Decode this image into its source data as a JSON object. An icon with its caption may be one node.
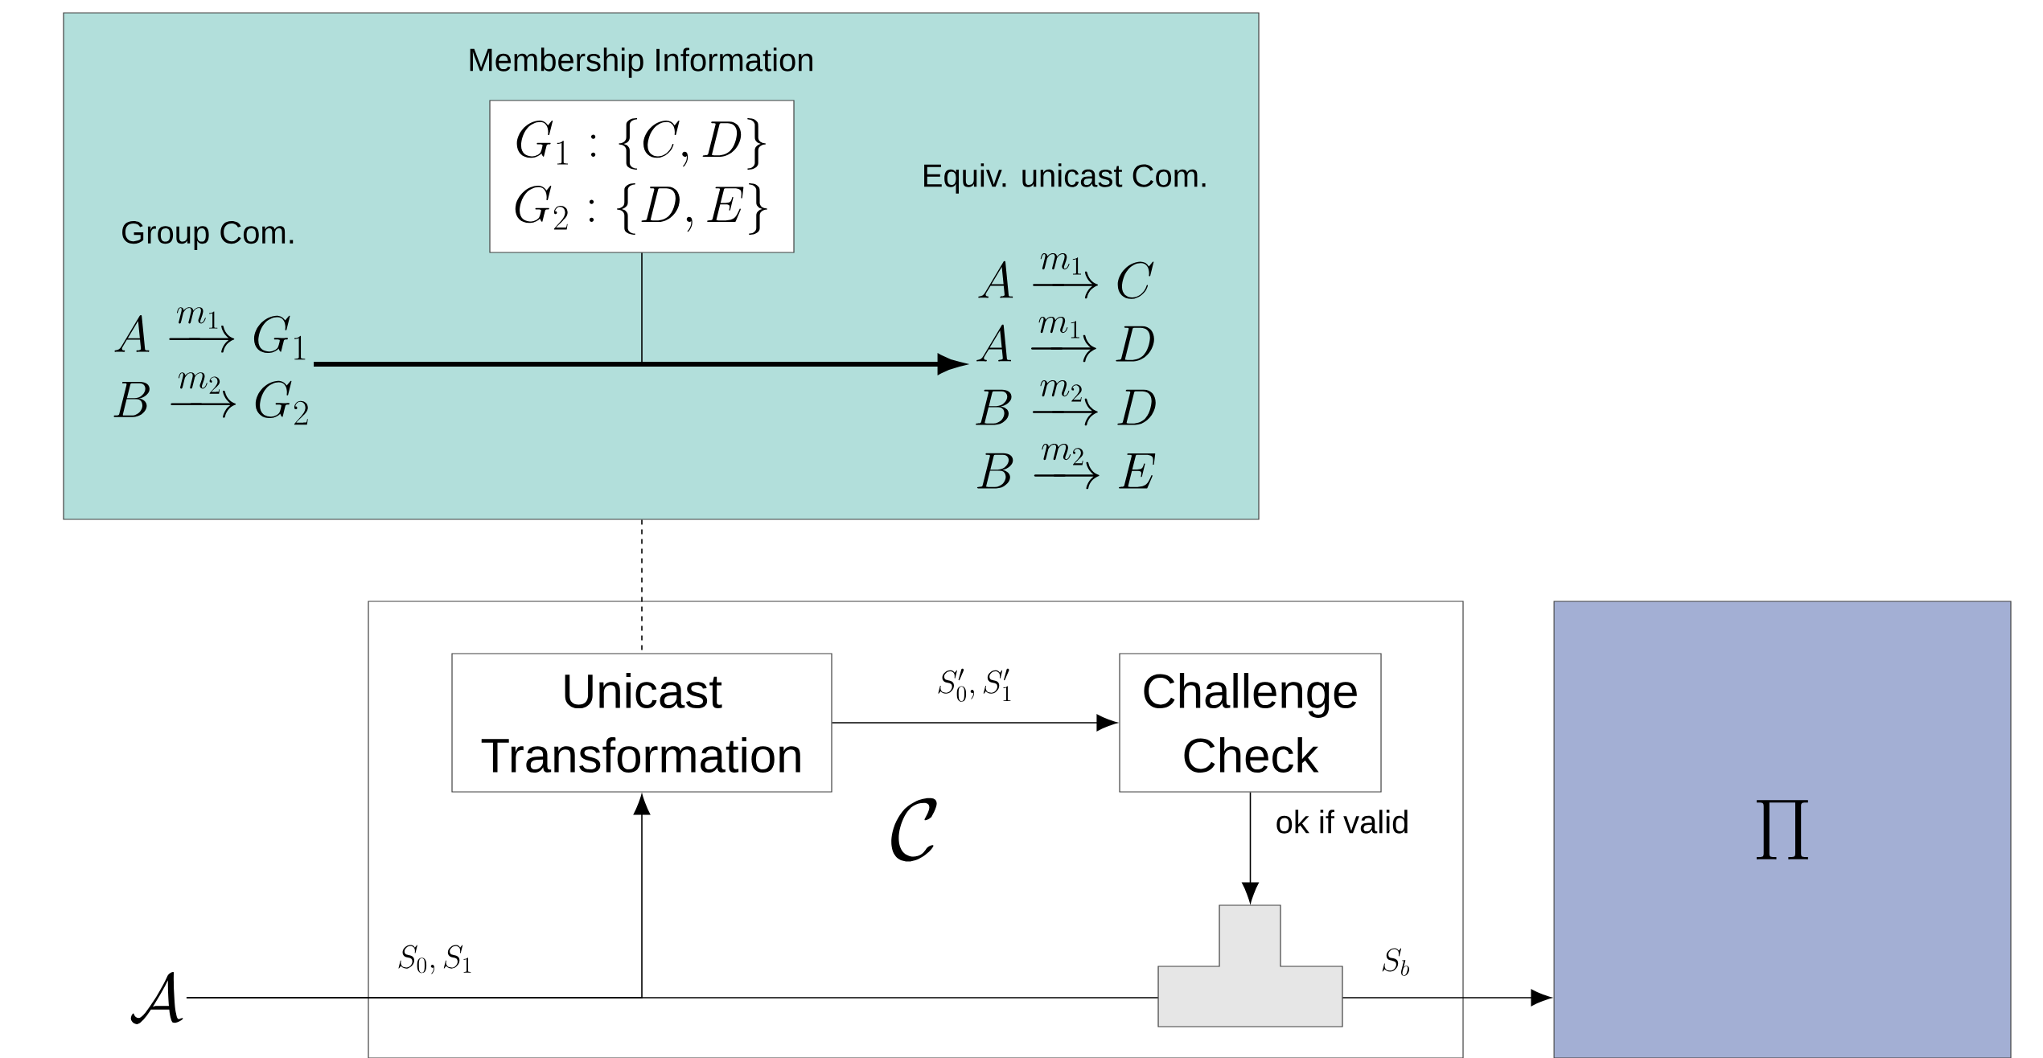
{
  "diagram": {
    "nodes": [
      {
        "text": [],
        "shape": "box"
      },
      {
        "text": [
          "Membership Information",
          "G_1 : \\{C, D\\}",
          "G_2 : \\{D, E\\}"
        ],
        "in": 0
      },
      {
        "text": [
          "Group Com.",
          "A \\xrightarrow{m_1} G_1",
          "B \\xrightarrow{m_2} G_2"
        ],
        "in": 0
      },
      {
        "text": [
          "Equiv. unicast Com.",
          "A \\xrightarrow{m_1} C",
          "A \\xrightarrow{m_1} D",
          "B \\xrightarrow{m_2} D",
          "B \\xrightarrow{m_2} E"
        ],
        "in": 0
      },
      {
        "text": [
          "\\mathcal{C}"
        ]
      },
      {
        "text": [
          "Unicast Transformation"
        ],
        "in": 4
      },
      {
        "text": [
          "Challenge Check"
        ],
        "in": 4
      },
      {
        "text": [],
        "shape": "box",
        "in": 4
      },
      {
        "text": [
          "\\mathcal{A}"
        ]
      },
      {
        "text": [
          "\\Pi"
        ]
      }
    ],
    "edges": [
      {
        "from": 2,
        "to": 3,
        "arrow": "to",
        "style": "thick"
      },
      {
        "from": 1,
        "to": null,
        "arrow": "none"
      },
      {
        "from": 0,
        "to": 5,
        "arrow": "none",
        "style": "dashed"
      },
      {
        "from": 5,
        "to": 6,
        "arrow": "to",
        "label": "S'_0, S'_1"
      },
      {
        "from": 6,
        "to": 7,
        "arrow": "to",
        "label": "ok if valid"
      },
      {
        "from": 8,
        "to": 7,
        "arrow": "none",
        "label": "S_0, S_1"
      },
      {
        "from": 8,
        "to": 5,
        "arrow": "to"
      },
      {
        "from": 7,
        "to": 9,
        "arrow": "to",
        "label": "S_b"
      }
    ]
  }
}
